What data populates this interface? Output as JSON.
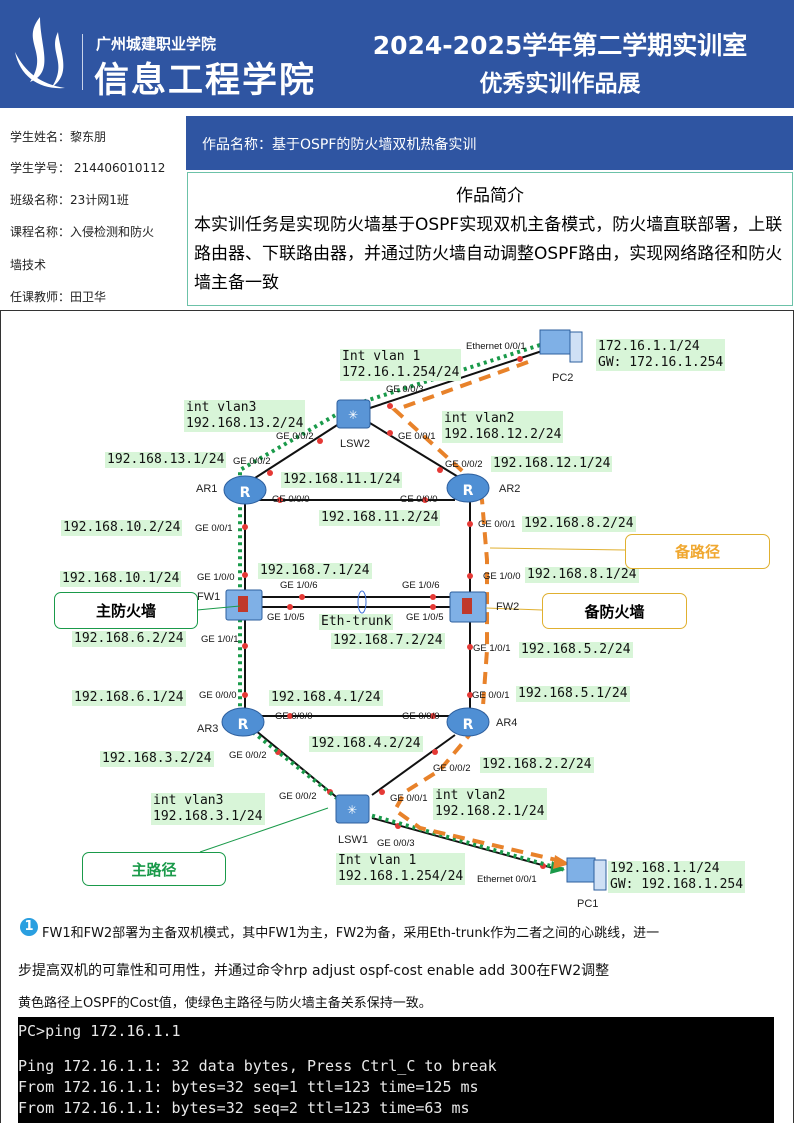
{
  "header": {
    "school": "广州城建职业学院",
    "college": "信息工程学院",
    "title_line1": "2024-2025学年第二学期实训室",
    "title_line2": "优秀实训作品展"
  },
  "student": {
    "name": "学生姓名：黎东朋",
    "id": "学生学号： 214406010112",
    "class": "班级名称：23计网1班",
    "course_1": "课程名称：入侵检测和防火",
    "course_2": "墙技术",
    "teacher": "任课教师：田卫华"
  },
  "work": {
    "title": "作品名称：基于OSPF的防火墙双机热备实训",
    "intro_heading": "作品简介",
    "intro_body": "本实训任务是实现防火墙基于OSPF实现双机主备模式，防火墙直联部署，上联路由器、下联路由器，并通过防火墙自动调整OSPF路由，实现网络路径和防火墙主备一致"
  },
  "diagram": {
    "devices": {
      "lsw2": "LSW2",
      "pc2": "PC2",
      "ar1": "AR1",
      "ar2": "AR2",
      "fw1": "FW1",
      "fw2": "FW2",
      "ar3": "AR3",
      "ar4": "AR4",
      "lsw1": "LSW1",
      "pc1": "PC1"
    },
    "ips": [
      "Int vlan 1\n172.16.1.254/24",
      "int vlan3\n192.168.13.2/24",
      "int vlan2\n192.168.12.2/24",
      "172.16.1.1/24\nGW: 172.16.1.254",
      "192.168.13.1/24",
      "192.168.12.1/24",
      "192.168.11.1/24",
      "192.168.11.2/24",
      "192.168.10.2/24",
      "192.168.8.2/24",
      "192.168.7.1/24",
      "192.168.10.1/24",
      "192.168.8.1/24",
      "Eth-trunk",
      "192.168.7.2/24",
      "192.168.6.2/24",
      "192.168.5.2/24",
      "192.168.6.1/24",
      "192.168.4.1/24",
      "192.168.5.1/24",
      "192.168.4.2/24",
      "192.168.3.2/24",
      "192.168.2.2/24",
      "int vlan3\n192.168.3.1/24",
      "int vlan2\n192.168.2.1/24",
      "Int vlan 1\n192.168.1.254/24",
      "192.168.1.1/24\nGW: 192.168.1.254"
    ],
    "ports": [
      "GE 0/0/3",
      "GE 0/0/2",
      "GE 0/0/1",
      "Ethernet 0/0/1",
      "GE 0/0/2",
      "GE 0/0/0",
      "GE 0/0/1",
      "GE 0/0/2",
      "GE 0/0/0",
      "GE 0/0/1",
      "GE 1/0/0",
      "GE 1/0/6",
      "GE 1/0/5",
      "GE 1/0/1",
      "GE 1/0/6",
      "GE 1/0/5",
      "GE 1/0/0",
      "GE 1/0/1",
      "GE 0/0/0",
      "GE 0/0/0",
      "GE 0/0/2",
      "GE 0/0/0",
      "GE 0/0/1",
      "GE 0/0/2",
      "GE 0/0/2",
      "GE 0/0/1",
      "GE 0/0/3",
      "Ethernet 0/0/1"
    ],
    "callouts": {
      "main_fw": "主防火墙",
      "backup_fw": "备防火墙",
      "backup_path": "备路径",
      "main_path": "主路径"
    },
    "colors": {
      "main_path": "#1a9a4a",
      "backup_path": "#e8822a",
      "label_bg": "#d8f5d8"
    }
  },
  "note": {
    "marker": "1",
    "line1": "FW1和FW2部署为主备双机模式，其中FW1为主，FW2为备，采用Eth-trunk作为二者之间的心跳线，进一",
    "line2": "步提高双机的可靠性和可用性，并通过命令hrp adjust ospf-cost enable add 300在FW2调整",
    "line3": "黄色路径上OSPF的Cost值，使绿色主路径与防火墙主备关系保持一致。"
  },
  "terminal": {
    "lines": [
      "PC>ping 172.16.1.1",
      "",
      "Ping 172.16.1.1: 32 data bytes, Press Ctrl_C to break",
      "From 172.16.1.1: bytes=32 seq=1 ttl=123 time=125 ms",
      "From 172.16.1.1: bytes=32 seq=2 ttl=123 time=63 ms"
    ]
  }
}
